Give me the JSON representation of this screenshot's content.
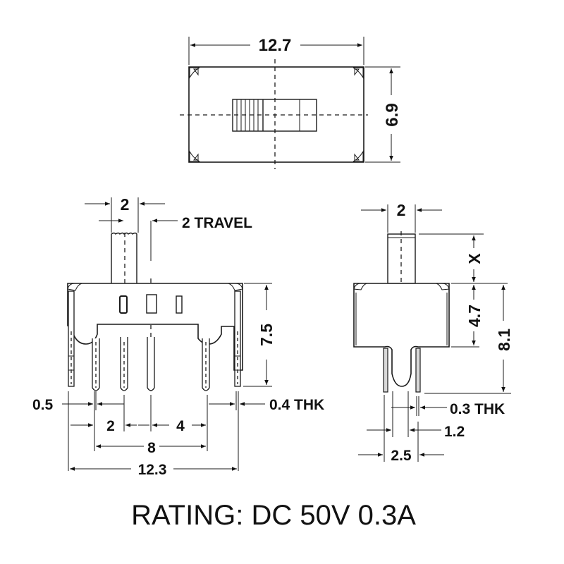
{
  "title": "Slide switch dimension drawing",
  "colors": {
    "line": "#1a1a1a",
    "background": "#ffffff",
    "text": "#111111"
  },
  "top_view": {
    "width_label": "12.7",
    "height_label": "6.9"
  },
  "front_view": {
    "actuator_width_label": "2",
    "travel_label": "2 TRAVEL",
    "height_label": "7.5",
    "pin_offset_label": "0.5",
    "pin_thickness_label": "0.4 THK",
    "pin_pitch_label": "2",
    "pin_span_label": "4",
    "outer_pin_span_label": "8",
    "overall_width_label": "12.3"
  },
  "side_view": {
    "actuator_width_label": "2",
    "actuator_height_label": "X",
    "body_height_label": "4.7",
    "overall_height_label": "8.1",
    "pin_thickness_label": "0.3 THK",
    "pin_gap_label": "1.2",
    "pin_span_label": "2.5"
  },
  "rating": "RATING: DC 50V 0.3A"
}
